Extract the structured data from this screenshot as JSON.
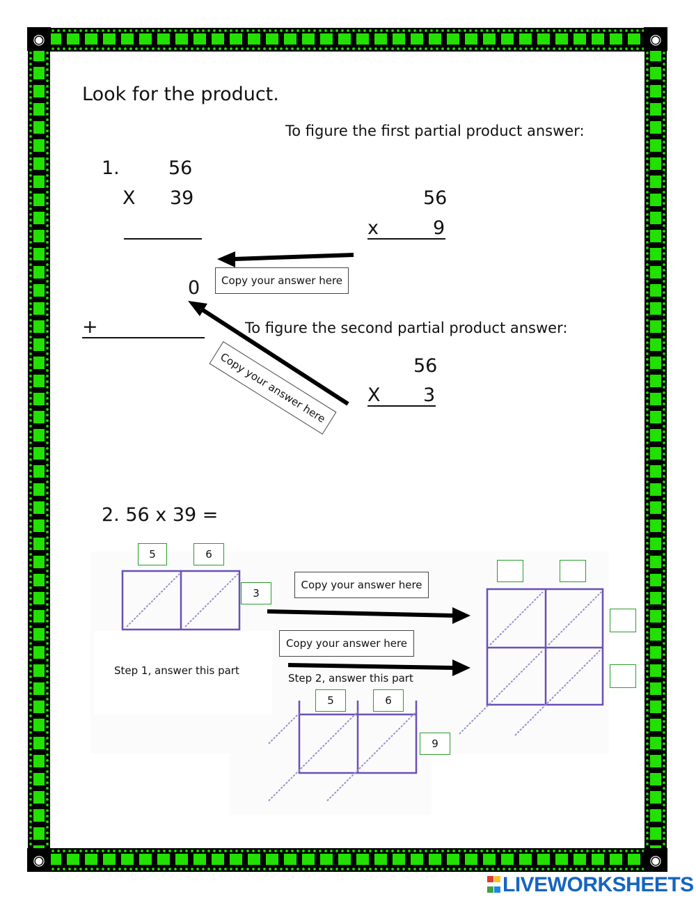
{
  "title": "Look for the product.",
  "problem1": {
    "number": "1.",
    "top": "56",
    "op": "X",
    "bottom": "39",
    "partial_zero": "0",
    "plus": "+",
    "first_header": "To figure the first partial product answer:",
    "first_top": "56",
    "first_op": "x",
    "first_bottom": "9",
    "second_header": "To figure the second partial product answer:",
    "second_top": "56",
    "second_op": "X",
    "second_bottom": "3",
    "copy_label": "Copy your answer here",
    "copy_label_rotated": "Copy your answer here"
  },
  "problem2": {
    "prompt": "2.  56 x 39 =",
    "grid1_digits": [
      "5",
      "6"
    ],
    "grid1_side": "3",
    "grid2_digits": [
      "5",
      "6"
    ],
    "grid2_side": "9",
    "copy_label_1": "Copy your answer here",
    "copy_label_2": "Copy your answer here",
    "step1": "Step 1, answer this part",
    "step2": "Step 2, answer this part"
  },
  "brand": {
    "name": "LIVEWORKSHEETS",
    "logo": "LIVE"
  },
  "colors": {
    "border_green": "#22e000",
    "grid_purple": "#6a4fb6",
    "box_green": "#2a9d2a"
  },
  "icons": [
    "projector-icon"
  ]
}
